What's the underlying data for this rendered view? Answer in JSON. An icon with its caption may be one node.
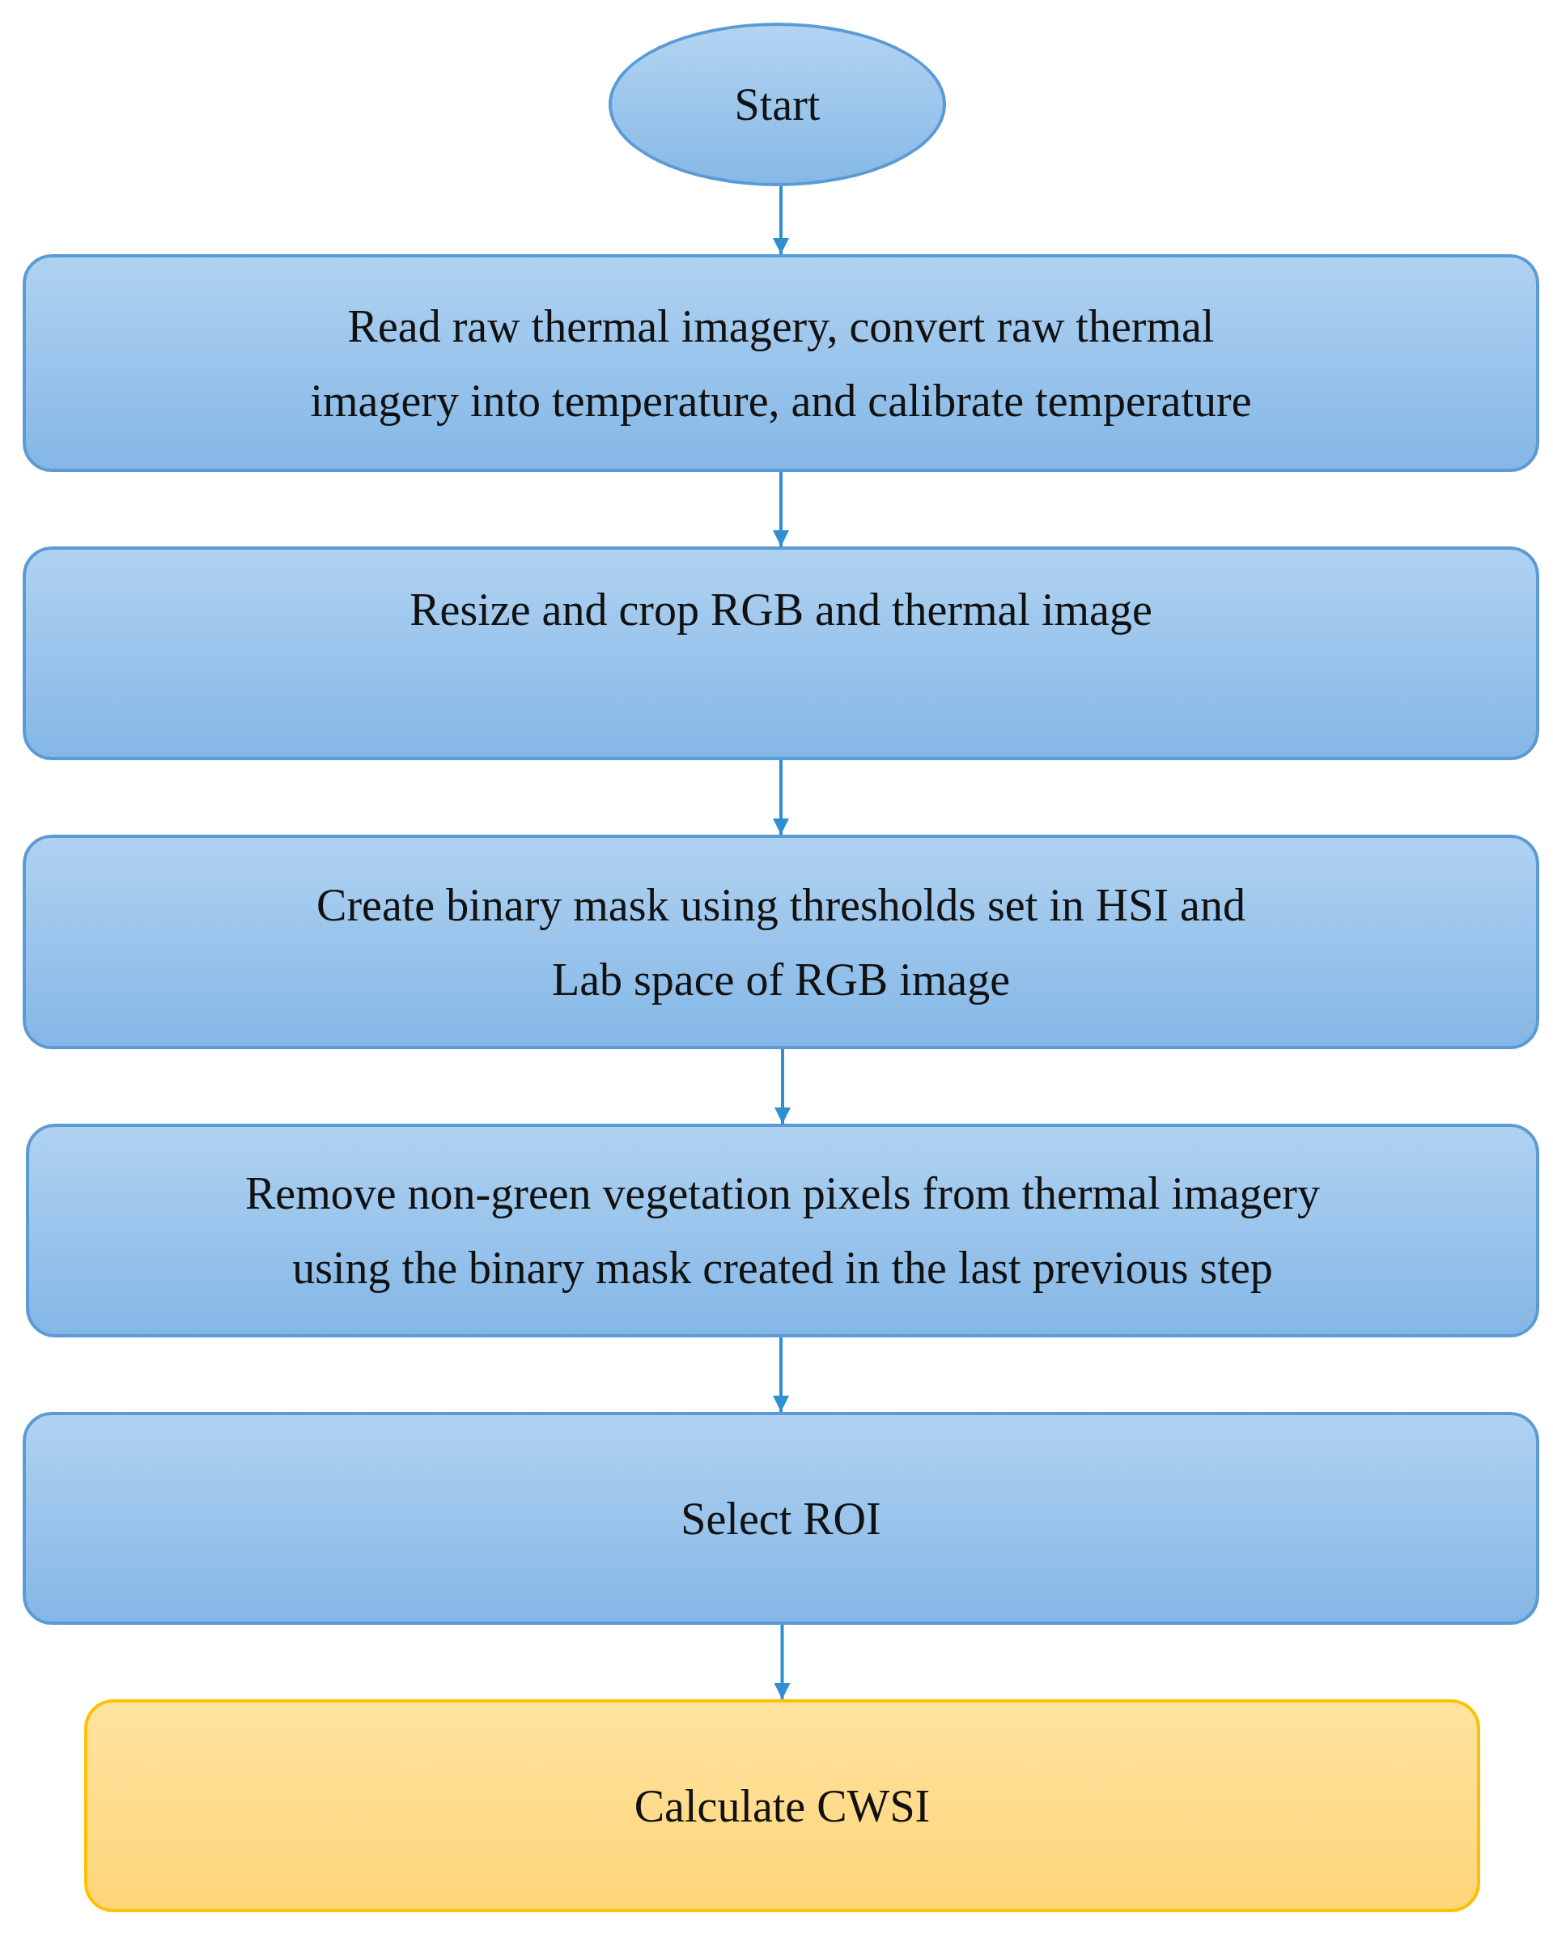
{
  "diagram": {
    "nodes": [
      {
        "text": [
          "Start"
        ]
      },
      {
        "text": [
          "Read raw thermal imagery, convert raw thermal imagery into temperature, and calibrate temperature"
        ]
      },
      {
        "text": [
          "Resize and crop RGB and thermal image"
        ]
      },
      {
        "text": [
          "Create binary mask using thresholds set in HSI and Lab space of RGB image"
        ]
      },
      {
        "text": [
          "Remove non-green vegetation pixels from thermal imagery using the binary mask created in the last previous step"
        ]
      },
      {
        "text": [
          "Select ROI"
        ]
      },
      {
        "text": [
          "Calculate CWSI"
        ]
      }
    ],
    "edges": [
      {
        "from": 0,
        "to": 1,
        "arrow": "to"
      },
      {
        "from": 1,
        "to": 2,
        "arrow": "to"
      },
      {
        "from": 2,
        "to": 3,
        "arrow": "to"
      },
      {
        "from": 3,
        "to": 4,
        "arrow": "to"
      },
      {
        "from": 4,
        "to": 5,
        "arrow": "to"
      },
      {
        "from": 5,
        "to": 6,
        "arrow": "to"
      }
    ]
  }
}
